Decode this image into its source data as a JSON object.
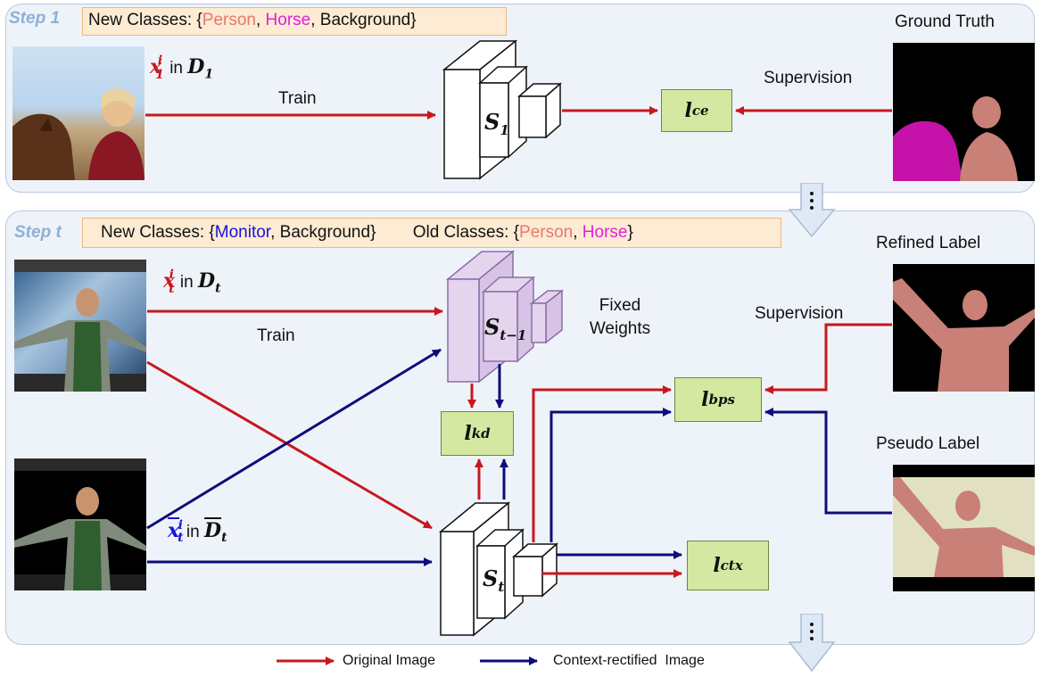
{
  "step1": {
    "label": "Step 1",
    "classes_prefix": "New Classes: {",
    "classes": [
      "Person",
      "Horse",
      "Background"
    ],
    "classes_suffix": "}",
    "input_var": "x",
    "input_sub": "1",
    "input_sup": "i",
    "in_word": "in",
    "dataset": "D",
    "dataset_sub": "1",
    "train_label": "Train",
    "model": "S",
    "model_sub": "1",
    "loss": "l",
    "loss_sub": "ce",
    "supervision_label": "Supervision",
    "gt_label": "Ground Truth"
  },
  "stept": {
    "label": "Step t",
    "new_classes_prefix": "New Classes: {",
    "new_classes": [
      "Monitor",
      "Background"
    ],
    "old_classes_prefix": "Old Classes: {",
    "old_classes": [
      "Person",
      "Horse"
    ],
    "input_var": "x",
    "input_sub": "t",
    "input_sup": "i",
    "in_word": "in",
    "dataset": "D",
    "dataset_sub": "t",
    "train_label": "Train",
    "old_model": "S",
    "old_model_sub": "t−1",
    "fixed_weights": "Fixed Weights",
    "model": "S",
    "model_sub": "t",
    "loss_kd": "kd",
    "loss_bps": "bps",
    "loss_ctx": "ctx",
    "supervision_label": "Supervision",
    "refined_label": "Refined Label",
    "pseudo_label": "Pseudo Label"
  },
  "legend": {
    "original": "Original Image",
    "rectified": "Context-rectified  Image"
  },
  "colors": {
    "red_arrow": "#c8171e",
    "blue_arrow": "#0d0d7a",
    "person": "#e9776f",
    "horse": "#e020d8",
    "monitor": "#1414d8"
  }
}
